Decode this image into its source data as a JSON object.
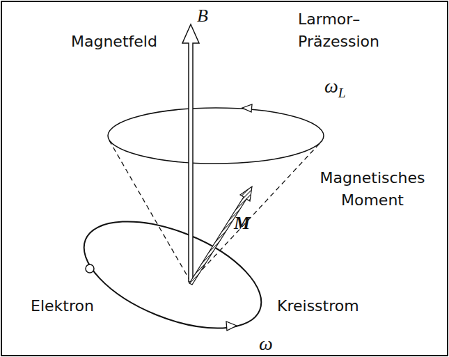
{
  "diagram": {
    "labels": [
      "Magnetfeld",
      "B",
      "Larmor– Präzession",
      "ωL",
      "Magnetisches Moment",
      "M",
      "Elektron",
      "Kreisstrom",
      "ω"
    ]
  }
}
